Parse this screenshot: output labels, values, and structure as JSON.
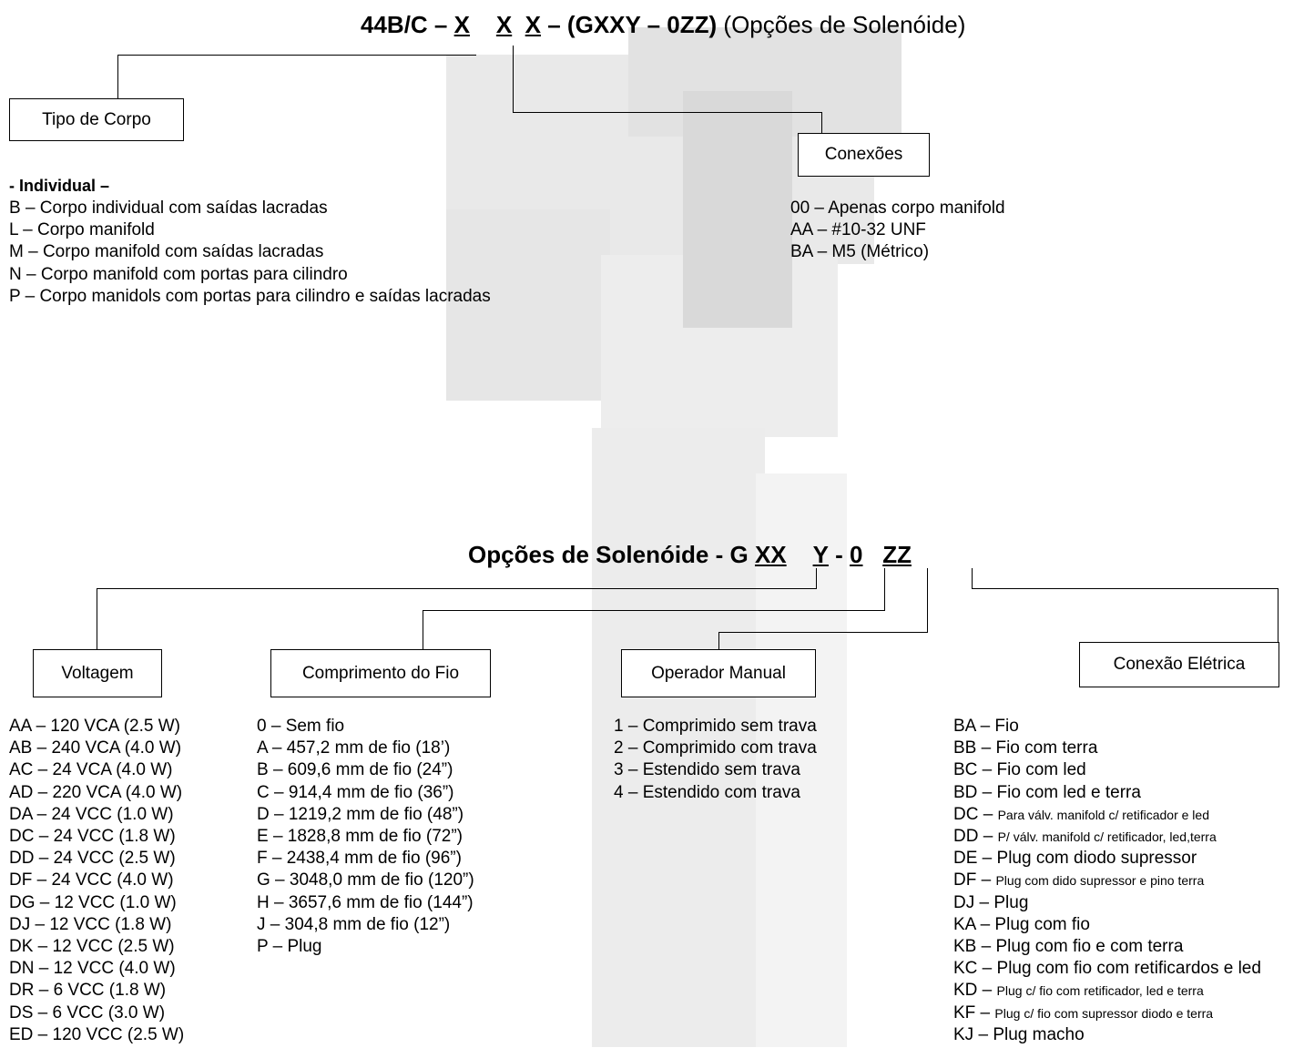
{
  "header": {
    "prefix": "44B/C –",
    "x1": "X",
    "x2": "X",
    "x3": "X",
    "suffix": "– (GXXY – 0ZZ)",
    "subtitle": "(Opções de Solenóide)"
  },
  "body_type": {
    "box_label": "Tipo de Corpo",
    "heading": "- Individual –",
    "items": [
      "B – Corpo individual com saídas lacradas",
      "L – Corpo manifold",
      "M – Corpo manifold com saídas lacradas",
      "N – Corpo manifold com portas para cilindro",
      "P – Corpo manidols com portas para cilindro e saídas lacradas"
    ]
  },
  "connections": {
    "box_label": "Conexões",
    "items": [
      "00 – Apenas corpo manifold",
      "AA – #10-32 UNF",
      "BA – M5 (Métrico)"
    ]
  },
  "solenoid": {
    "title": "Opções de Solenóide  - G",
    "xx": "XX",
    "y": "Y",
    "dash": "-",
    "zero": "0",
    "zz": "ZZ"
  },
  "voltage": {
    "box_label": "Voltagem",
    "items": [
      "AA – 120 VCA (2.5 W)",
      "AB – 240 VCA (4.0 W)",
      "AC – 24 VCA (4.0 W)",
      "AD – 220 VCA (4.0 W)",
      "DA – 24 VCC (1.0 W)",
      "DC – 24 VCC (1.8 W)",
      "DD – 24 VCC (2.5 W)",
      "DF – 24 VCC (4.0 W)",
      "DG – 12 VCC (1.0 W)",
      "DJ – 12 VCC (1.8 W)",
      "DK – 12 VCC (2.5 W)",
      "DN – 12 VCC (4.0 W)",
      "DR – 6 VCC (1.8 W)",
      "DS – 6 VCC (3.0 W)",
      "ED – 120 VCC (2.5 W)"
    ]
  },
  "wire_length": {
    "box_label": "Comprimento do Fio",
    "items": [
      "0 – Sem fio",
      "A – 457,2 mm de fio (18’)",
      "B – 609,6 mm de fio (24”)",
      "C – 914,4 mm de fio (36”)",
      "D – 1219,2 mm de fio (48”)",
      "E – 1828,8 mm de fio (72”)",
      "F – 2438,4 mm de fio (96”)",
      "G – 3048,0 mm de fio (120”)",
      "H – 3657,6 mm de fio (144”)",
      "J – 304,8 mm de fio (12”)",
      "P – Plug"
    ]
  },
  "manual_operator": {
    "box_label": "Operador Manual",
    "items": [
      "1 – Comprimido sem trava",
      "2 – Comprimido com trava",
      "3 – Estendido sem trava",
      "4 – Estendido com trava"
    ]
  },
  "electrical": {
    "box_label": "Conexão Elétrica",
    "items": [
      {
        "code": "BA –",
        "text": "Fio",
        "small": false
      },
      {
        "code": "BB –",
        "text": "Fio com terra",
        "small": false
      },
      {
        "code": "BC –",
        "text": "Fio com led",
        "small": false
      },
      {
        "code": "BD –",
        "text": "Fio com led e terra",
        "small": false
      },
      {
        "code": "DC –",
        "text": "Para válv. manifold c/ retificador e led",
        "small": true
      },
      {
        "code": "DD –",
        "text": "P/ válv. manifold c/ retificador, led,terra",
        "small": true
      },
      {
        "code": "DE –",
        "text": "Plug com diodo supressor",
        "small": false
      },
      {
        "code": "DF –",
        "text": "Plug com dido supressor e pino terra",
        "small": true
      },
      {
        "code": "DJ –",
        "text": "Plug",
        "small": false
      },
      {
        "code": "KA –",
        "text": "Plug com fio",
        "small": false
      },
      {
        "code": "KB –",
        "text": "Plug com fio e com terra",
        "small": false
      },
      {
        "code": "KC –",
        "text": "Plug com fio com retificardos e led",
        "small": false
      },
      {
        "code": "KD –",
        "text": "Plug c/ fio com retificador, led e terra",
        "small": true
      },
      {
        "code": "KF –",
        "text": "Plug c/ fio com supressor diodo e terra",
        "small": true
      },
      {
        "code": "KJ –",
        "text": " Plug macho",
        "small": false
      }
    ]
  }
}
